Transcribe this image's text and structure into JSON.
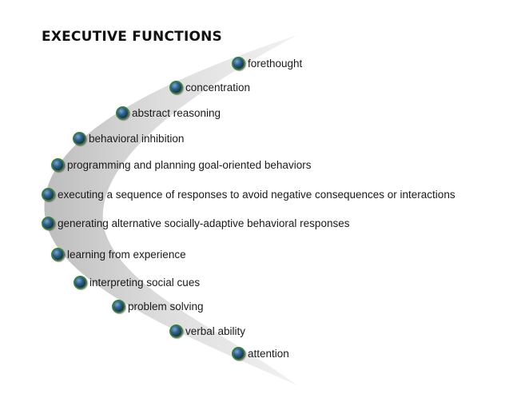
{
  "title": "EXECUTIVE FUNCTIONS",
  "bullet_colors": {
    "fill": "#1f4f7a",
    "ring": "#3f7a40"
  },
  "items": [
    {
      "label": "forethought"
    },
    {
      "label": "concentration"
    },
    {
      "label": "abstract reasoning"
    },
    {
      "label": "behavioral inhibition"
    },
    {
      "label": "programming and planning goal-oriented behaviors"
    },
    {
      "label": "executing a sequence of responses to avoid negative consequences or interactions"
    },
    {
      "label": "generating alternative socially-adaptive behavioral responses"
    },
    {
      "label": "learning from experience"
    },
    {
      "label": "interpreting social cues"
    },
    {
      "label": "problem solving"
    },
    {
      "label": "verbal ability"
    },
    {
      "label": "attention"
    }
  ]
}
